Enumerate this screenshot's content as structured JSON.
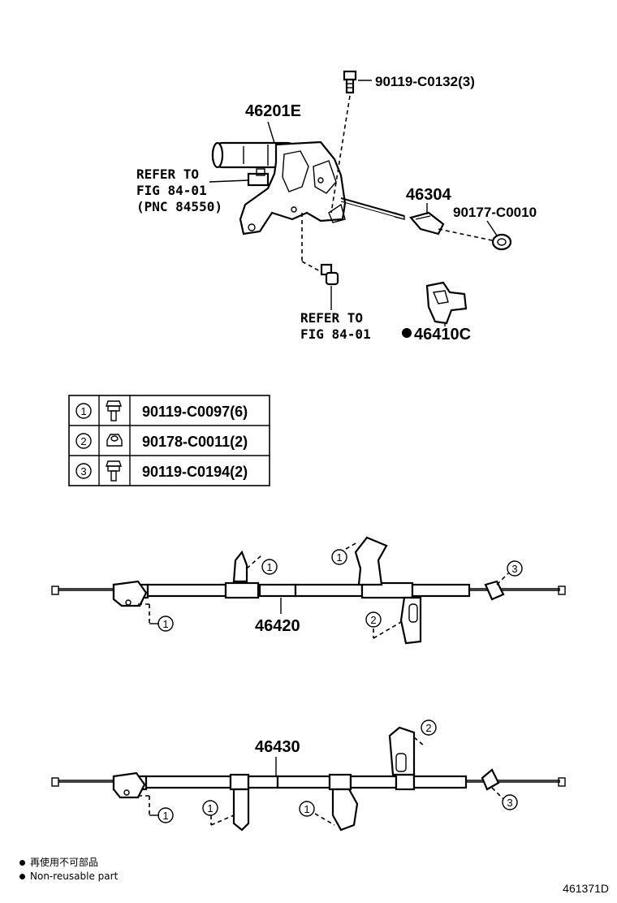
{
  "parts": {
    "lever": "46201E",
    "bolt_top": "90119-C0132(3)",
    "rod": "46304",
    "nut": "90177-C0010",
    "clip": "46410C",
    "cable_front": "46420",
    "cable_rear": "46430"
  },
  "refs": {
    "ref1_line1": "REFER TO",
    "ref1_line2": "FIG 84-01",
    "ref1_line3": "(PNC 84550)",
    "ref2_line1": "REFER TO",
    "ref2_line2": "FIG 84-01"
  },
  "table": {
    "rows": [
      {
        "num": "1",
        "part": "90119-C0097(6)",
        "icon": "bolt-icon"
      },
      {
        "num": "2",
        "part": "90178-C0011(2)",
        "icon": "nut-icon"
      },
      {
        "num": "3",
        "part": "90119-C0194(2)",
        "icon": "bolt-icon"
      }
    ]
  },
  "callouts": {
    "c1": "1",
    "c2": "2",
    "c3": "3"
  },
  "legend": {
    "jp": "再使用不可部品",
    "en": "Non-reusable part"
  },
  "figure_id": "461371D"
}
